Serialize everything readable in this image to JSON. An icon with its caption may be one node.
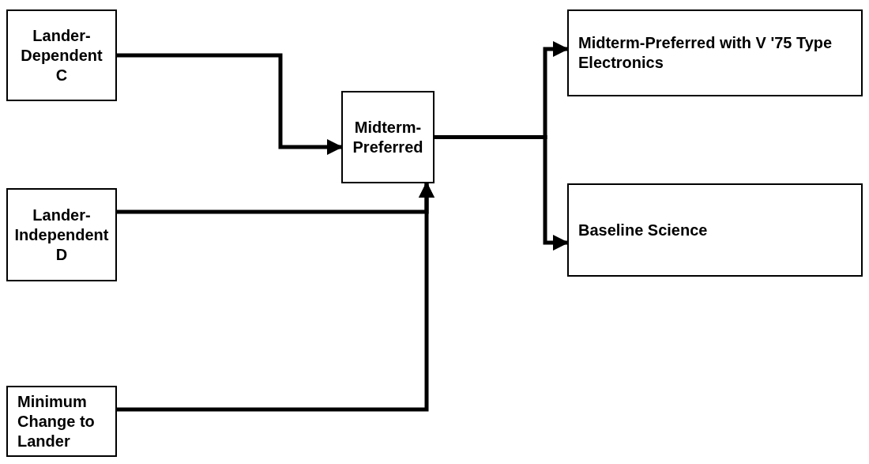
{
  "diagram": {
    "nodes": [
      {
        "text": [
          "Lander- Dependent C"
        ]
      },
      {
        "text": [
          "Lander- Independent D"
        ]
      },
      {
        "text": [
          "Midterm- Preferred"
        ]
      },
      {
        "text": [
          "Minimum Change to Lander"
        ]
      },
      {
        "text": [
          "Midterm-Preferred with V '75 Type Electronics"
        ]
      },
      {
        "text": [
          "Baseline Science"
        ]
      }
    ],
    "edges": [
      {
        "from": 0,
        "to": 2,
        "arrow": "to"
      },
      {
        "from": 1,
        "to": 2,
        "arrow": "to"
      },
      {
        "from": 3,
        "to": 2,
        "arrow": "to"
      },
      {
        "from": 2,
        "to": 4,
        "arrow": "to"
      },
      {
        "from": 2,
        "to": 5,
        "arrow": "to"
      }
    ]
  }
}
